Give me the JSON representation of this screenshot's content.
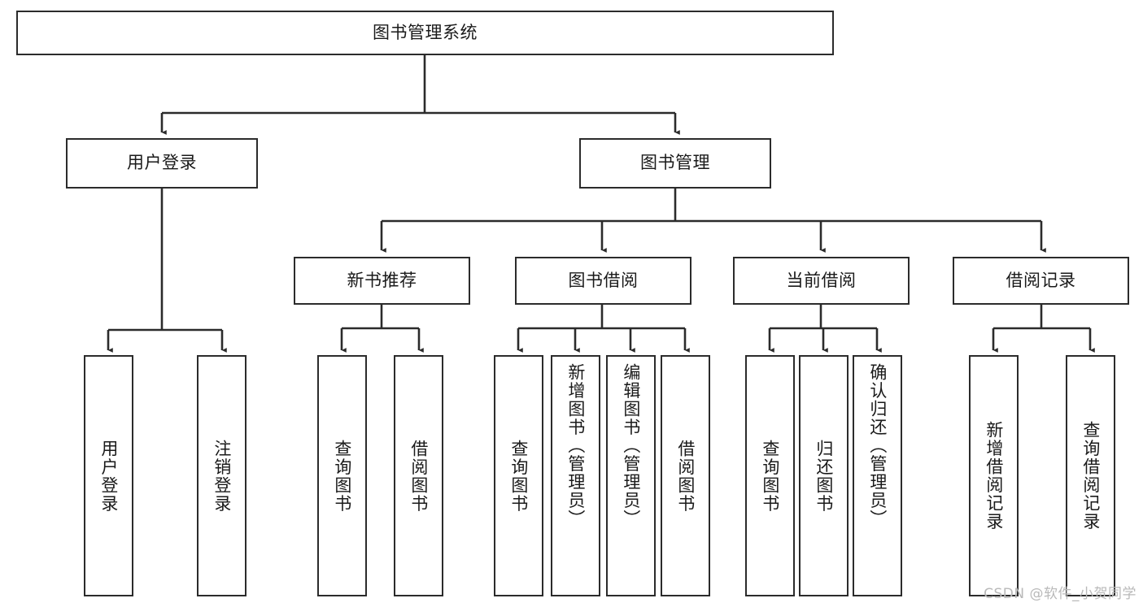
{
  "diagram": {
    "type": "tree-hierarchy",
    "title": "图书管理系统",
    "watermark": "CSDN @软件_小贺同学",
    "colors": {
      "stroke": "#2b2b2b",
      "fill": "#ffffff",
      "text": "#1a1a1a",
      "watermark": "#b9b9b9"
    },
    "levels": {
      "level1": [
        {
          "id": "root",
          "label": "图书管理系统",
          "orientation": "horizontal"
        }
      ],
      "level2": [
        {
          "id": "user-login",
          "label": "用户登录",
          "orientation": "horizontal"
        },
        {
          "id": "book-manage",
          "label": "图书管理",
          "orientation": "horizontal"
        }
      ],
      "level3": [
        {
          "id": "new-book-rec",
          "label": "新书推荐",
          "orientation": "horizontal",
          "parent": "book-manage"
        },
        {
          "id": "book-borrow",
          "label": "图书借阅",
          "orientation": "horizontal",
          "parent": "book-manage"
        },
        {
          "id": "current-borrow",
          "label": "当前借阅",
          "orientation": "horizontal",
          "parent": "book-manage"
        },
        {
          "id": "borrow-record",
          "label": "借阅记录",
          "orientation": "horizontal",
          "parent": "book-manage"
        }
      ],
      "level4": [
        {
          "id": "leaf-user-login",
          "label": "用户登录",
          "orientation": "vertical",
          "parent": "user-login"
        },
        {
          "id": "leaf-user-logout",
          "label": "注销登录",
          "orientation": "vertical",
          "parent": "user-login"
        },
        {
          "id": "leaf-query-book-1",
          "label": "查询图书",
          "orientation": "vertical",
          "parent": "new-book-rec"
        },
        {
          "id": "leaf-borrow-book-1",
          "label": "借阅图书",
          "orientation": "vertical",
          "parent": "new-book-rec"
        },
        {
          "id": "leaf-query-book-2",
          "label": "查询图书",
          "orientation": "vertical",
          "parent": "book-borrow"
        },
        {
          "id": "leaf-add-book",
          "label": "新增图书（管理员）",
          "orientation": "vertical",
          "parent": "book-borrow"
        },
        {
          "id": "leaf-edit-book",
          "label": "编辑图书（管理员）",
          "orientation": "vertical",
          "parent": "book-borrow"
        },
        {
          "id": "leaf-borrow-book-2",
          "label": "借阅图书",
          "orientation": "vertical",
          "parent": "book-borrow"
        },
        {
          "id": "leaf-query-book-3",
          "label": "查询图书",
          "orientation": "vertical",
          "parent": "current-borrow"
        },
        {
          "id": "leaf-return-book",
          "label": "归还图书",
          "orientation": "vertical",
          "parent": "current-borrow"
        },
        {
          "id": "leaf-confirm-return",
          "label": "确认归还（管理员）",
          "orientation": "vertical",
          "parent": "current-borrow"
        },
        {
          "id": "leaf-add-record",
          "label": "新增借阅记录",
          "orientation": "vertical",
          "parent": "borrow-record"
        },
        {
          "id": "leaf-query-record",
          "label": "查询借阅记录",
          "orientation": "vertical",
          "parent": "borrow-record"
        }
      ]
    }
  }
}
